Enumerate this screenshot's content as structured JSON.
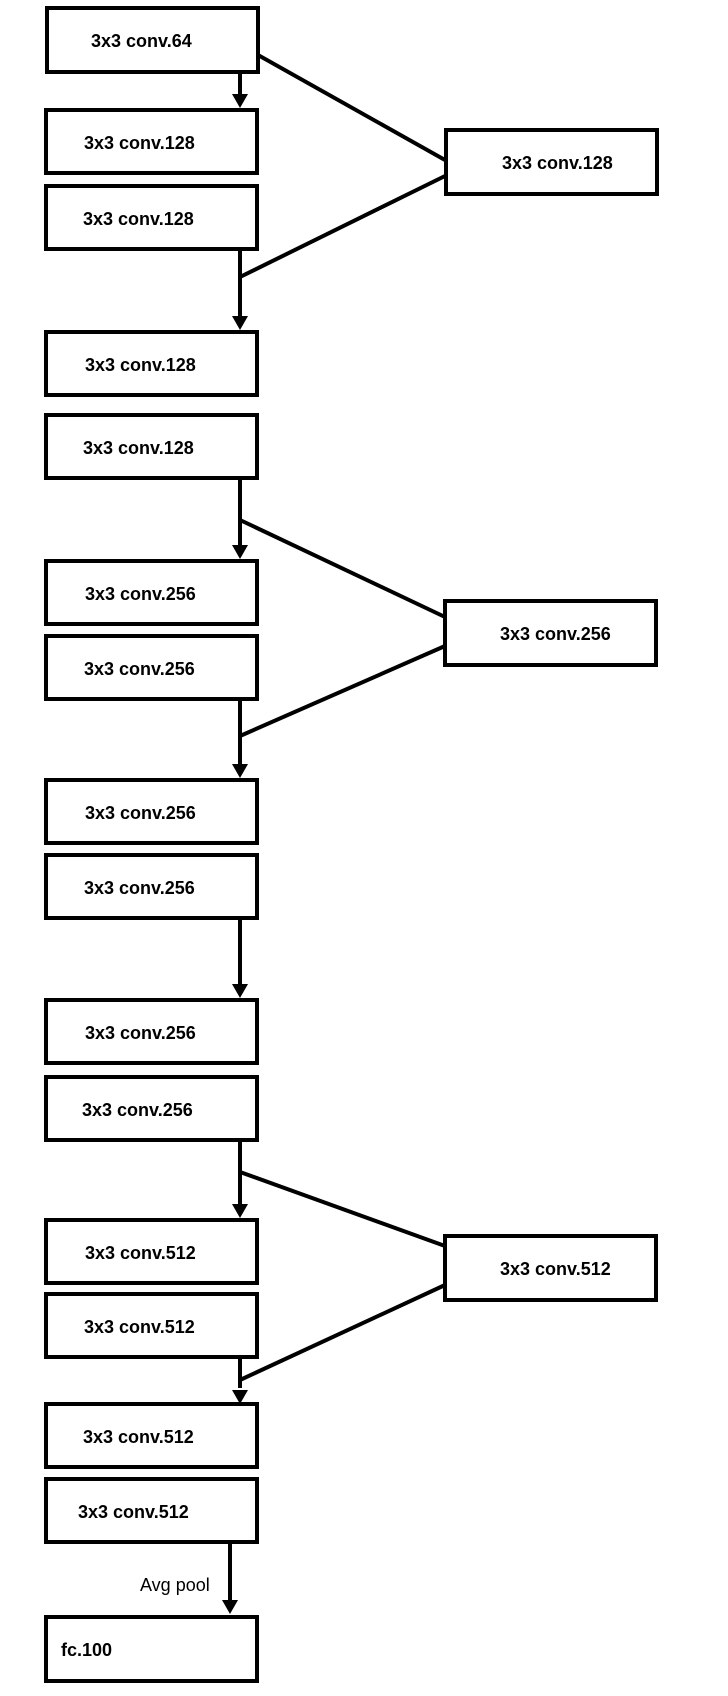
{
  "nodes": [
    {
      "id": "conv64",
      "label": "3x3 conv.64"
    },
    {
      "id": "conv128-a",
      "label": "3x3 conv.128"
    },
    {
      "id": "conv128-b",
      "label": "3x3 conv.128"
    },
    {
      "id": "conv128-skip",
      "label": "3x3 conv.128"
    },
    {
      "id": "conv128-c",
      "label": "3x3 conv.128"
    },
    {
      "id": "conv128-d",
      "label": "3x3 conv.128"
    },
    {
      "id": "conv256-a",
      "label": "3x3 conv.256"
    },
    {
      "id": "conv256-b",
      "label": "3x3 conv.256"
    },
    {
      "id": "conv256-skip",
      "label": "3x3 conv.256"
    },
    {
      "id": "conv256-c",
      "label": "3x3 conv.256"
    },
    {
      "id": "conv256-d",
      "label": "3x3 conv.256"
    },
    {
      "id": "conv256-e",
      "label": "3x3 conv.256"
    },
    {
      "id": "conv256-f",
      "label": "3x3 conv.256"
    },
    {
      "id": "conv512-a",
      "label": "3x3 conv.512"
    },
    {
      "id": "conv512-b",
      "label": "3x3 conv.512"
    },
    {
      "id": "conv512-skip",
      "label": "3x3 conv.512"
    },
    {
      "id": "conv512-c",
      "label": "3x3 conv.512"
    },
    {
      "id": "conv512-d",
      "label": "3x3 conv.512"
    },
    {
      "id": "fc100",
      "label": "fc.100"
    }
  ],
  "edges": [
    {
      "from": "conv64",
      "to": "conv128-a",
      "label": ""
    },
    {
      "from": "conv64",
      "to": "conv128-skip",
      "label": ""
    },
    {
      "from": "conv128-b",
      "to": "conv128-c",
      "label": ""
    },
    {
      "from": "conv128-skip",
      "to": "conv128-c",
      "label": ""
    },
    {
      "from": "conv128-d",
      "to": "conv256-a",
      "label": ""
    },
    {
      "from": "conv128-d",
      "to": "conv256-skip",
      "label": ""
    },
    {
      "from": "conv256-b",
      "to": "conv256-c",
      "label": ""
    },
    {
      "from": "conv256-skip",
      "to": "conv256-c",
      "label": ""
    },
    {
      "from": "conv256-d",
      "to": "conv256-e",
      "label": ""
    },
    {
      "from": "conv256-f",
      "to": "conv512-a",
      "label": ""
    },
    {
      "from": "conv256-f",
      "to": "conv512-skip",
      "label": ""
    },
    {
      "from": "conv512-b",
      "to": "conv512-c",
      "label": ""
    },
    {
      "from": "conv512-skip",
      "to": "conv512-c",
      "label": ""
    },
    {
      "from": "conv512-d",
      "to": "fc100",
      "label": "Avg pool"
    }
  ]
}
